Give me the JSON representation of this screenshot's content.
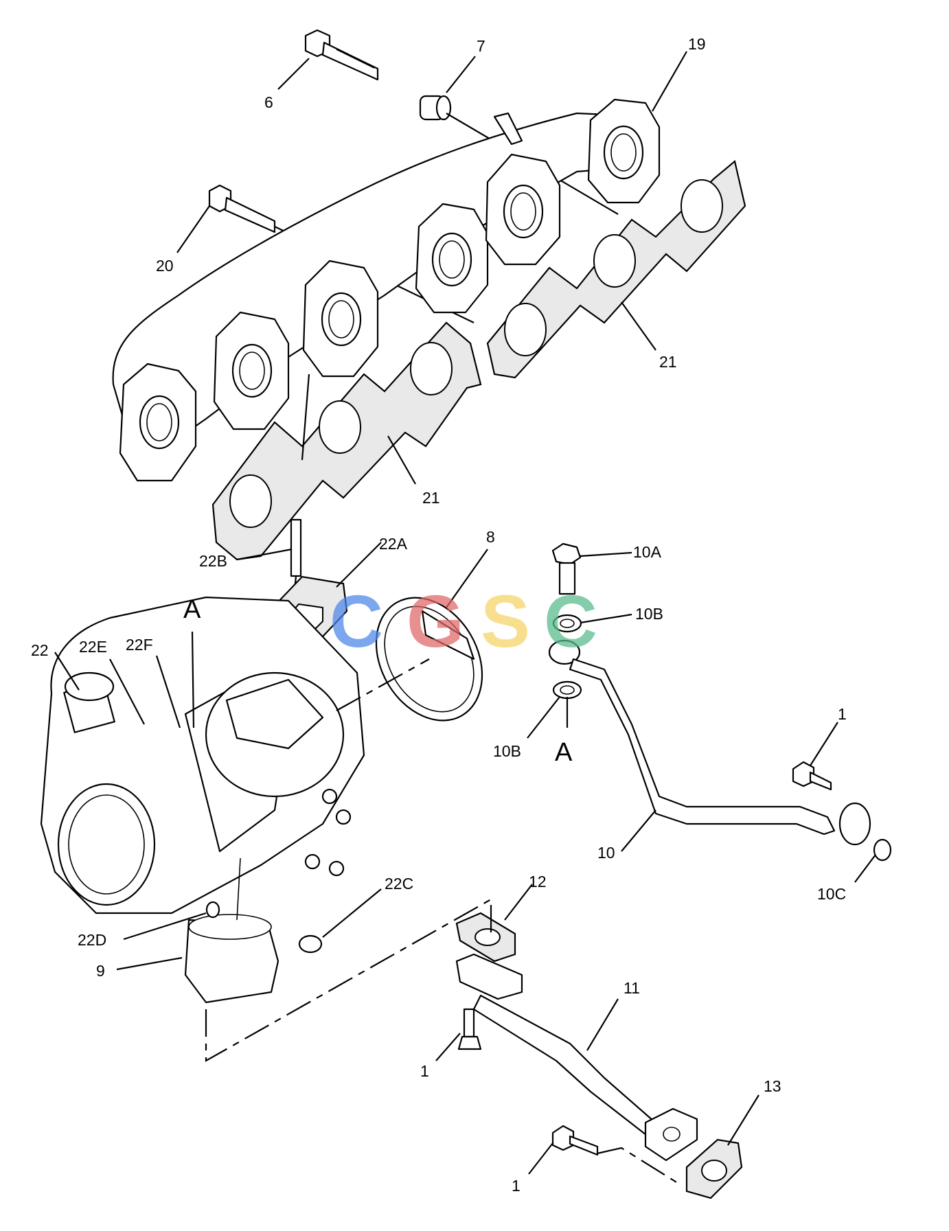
{
  "callouts": {
    "c6": "6",
    "c7": "7",
    "c19": "19",
    "c20": "20",
    "c21a": "21",
    "c21b": "21",
    "c22": "22",
    "c22e": "22E",
    "c22f": "22F",
    "c22a": "22A",
    "c22b": "22B",
    "c22c": "22C",
    "c22d": "22D",
    "cA1": "A",
    "cA2": "A",
    "c8": "8",
    "c10a": "10A",
    "c10b1": "10B",
    "c10b2": "10B",
    "c10": "10",
    "c10c": "10C",
    "c1a": "1",
    "c1b": "1",
    "c1c": "1",
    "c9": "9",
    "c11": "11",
    "c12": "12",
    "c13": "13"
  },
  "watermark": {
    "letters": [
      "C",
      "G",
      "S",
      "C"
    ],
    "colors": [
      "#4a86e8",
      "#e06666",
      "#f6d365",
      "#57bb8a"
    ]
  }
}
